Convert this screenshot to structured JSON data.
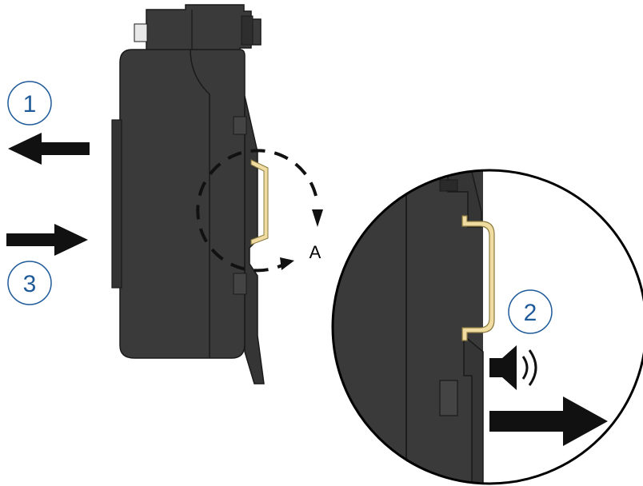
{
  "diagram": {
    "steps": [
      {
        "label": "1"
      },
      {
        "label": "2"
      },
      {
        "label": "3"
      }
    ],
    "detail_callout": {
      "label": "A"
    },
    "icons": {
      "speaker": "speaker-click-icon"
    },
    "colors": {
      "housing": "#3a3a3a",
      "housing_edge": "#1a1a1a",
      "rail": "#f0dca0",
      "rail_edge": "#8a7a40",
      "step_circle": "#1f5a99",
      "arrow": "#111111",
      "text": "#000000"
    }
  }
}
